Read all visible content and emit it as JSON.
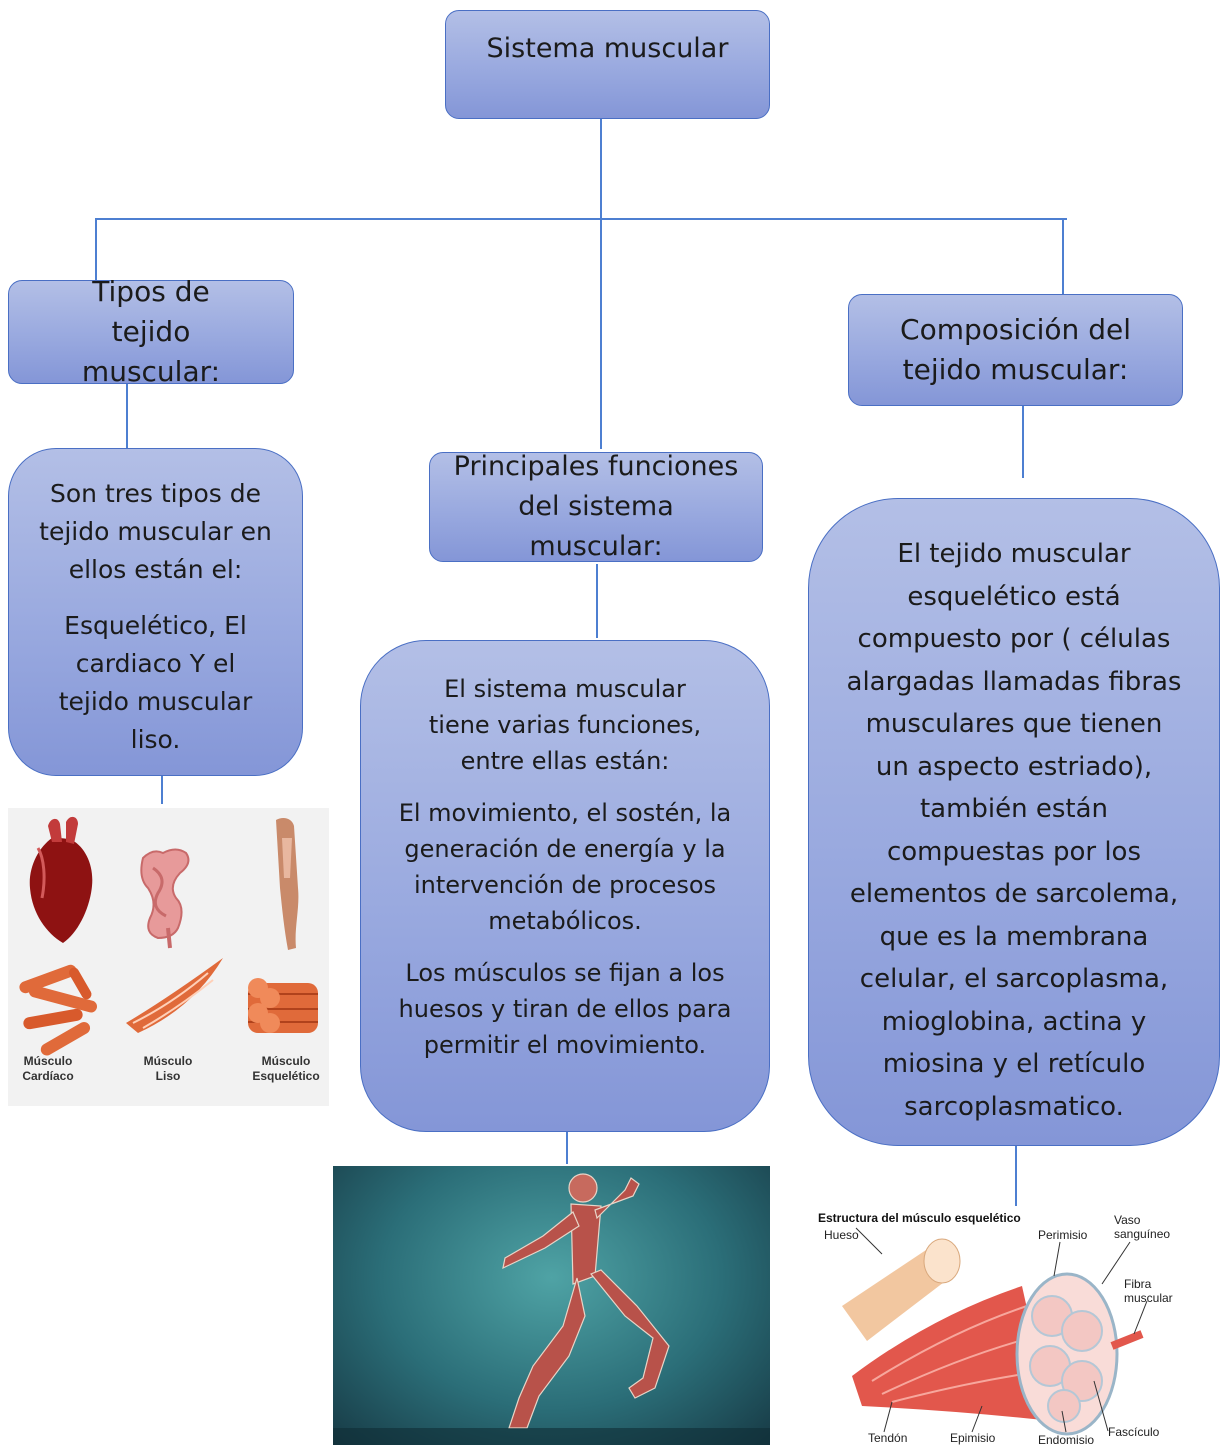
{
  "root": {
    "title": "Sistema muscular"
  },
  "left": {
    "header": "Tipos de tejido muscular:",
    "body_para1": "Son tres tipos de tejido muscular en ellos están el:",
    "body_para2": "Esquelético, El cardiaco Y el tejido muscular liso.",
    "figure": {
      "label_cardiaco_1": "Músculo",
      "label_cardiaco_2": "Cardíaco",
      "label_liso_1": "Músculo",
      "label_liso_2": "Liso",
      "label_esq_1": "Músculo",
      "label_esq_2": "Esquelético"
    }
  },
  "center": {
    "header": "Principales funciones del sistema muscular:",
    "body_para1": "El sistema muscular tiene varias funciones, entre ellas están:",
    "body_para2": "El movimiento, el sostén, la generación de energía y la intervención de procesos metabólicos.",
    "body_para3": "Los músculos se fijan a los huesos y tiran de ellos para permitir el movimiento."
  },
  "right": {
    "header": "Composición del tejido muscular:",
    "body": "El tejido muscular esquelético está compuesto por ( células alargadas llamadas fibras musculares que tienen un aspecto estriado), también están compuestas por los elementos de sarcolema, que es la membrana celular, el sarcoplasma, mioglobina, actina y miosina y el retículo sarcoplasmatico.",
    "figure": {
      "title": "Estructura del músculo esquelético",
      "hueso": "Hueso",
      "perimisio": "Perimisio",
      "vaso_1": "Vaso",
      "vaso_2": "sanguíneo",
      "fibra_1": "Fibra",
      "fibra_2": "muscular",
      "tendon": "Tendón",
      "epimisio": "Epimisio",
      "endomisio": "Endomisio",
      "fasciculo": "Fascículo"
    }
  },
  "colors": {
    "box_top": "#b3bfe6",
    "box_bottom": "#8496d7",
    "border": "#4a6fc4",
    "connector": "#4d7fd1"
  }
}
